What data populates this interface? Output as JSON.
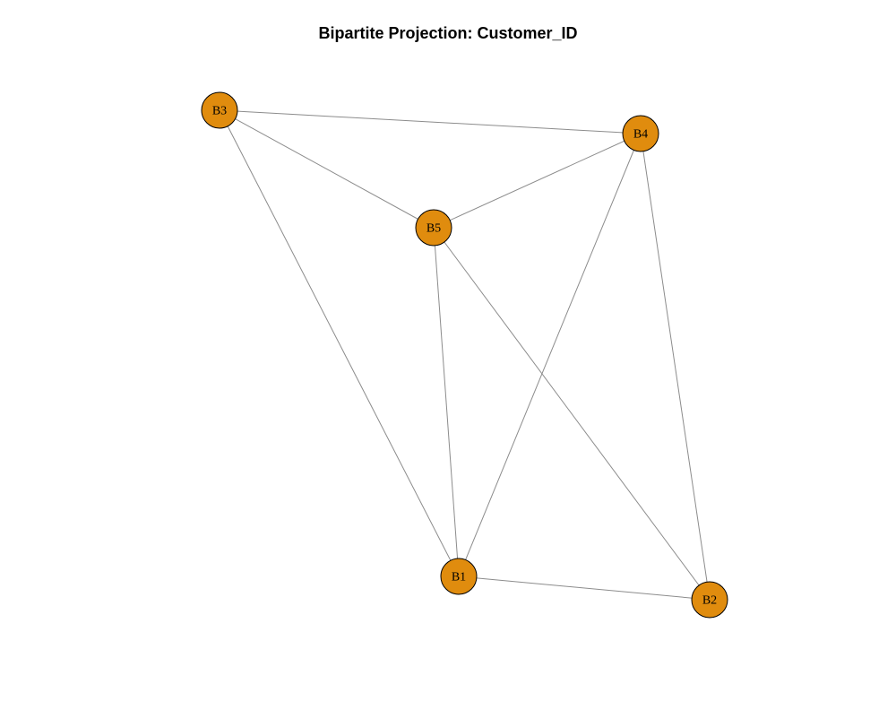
{
  "title": "Bipartite Projection: Customer_ID",
  "colors": {
    "node_fill": "#e08c0e",
    "edge": "#8c8c8c",
    "node_stroke": "#000000"
  },
  "nodes": [
    {
      "id": "B1",
      "label": "B1"
    },
    {
      "id": "B2",
      "label": "B2"
    },
    {
      "id": "B3",
      "label": "B3"
    },
    {
      "id": "B4",
      "label": "B4"
    },
    {
      "id": "B5",
      "label": "B5"
    }
  ],
  "edges": [
    [
      "B3",
      "B4"
    ],
    [
      "B3",
      "B5"
    ],
    [
      "B3",
      "B1"
    ],
    [
      "B4",
      "B5"
    ],
    [
      "B4",
      "B1"
    ],
    [
      "B4",
      "B2"
    ],
    [
      "B5",
      "B1"
    ],
    [
      "B5",
      "B2"
    ],
    [
      "B1",
      "B2"
    ]
  ]
}
